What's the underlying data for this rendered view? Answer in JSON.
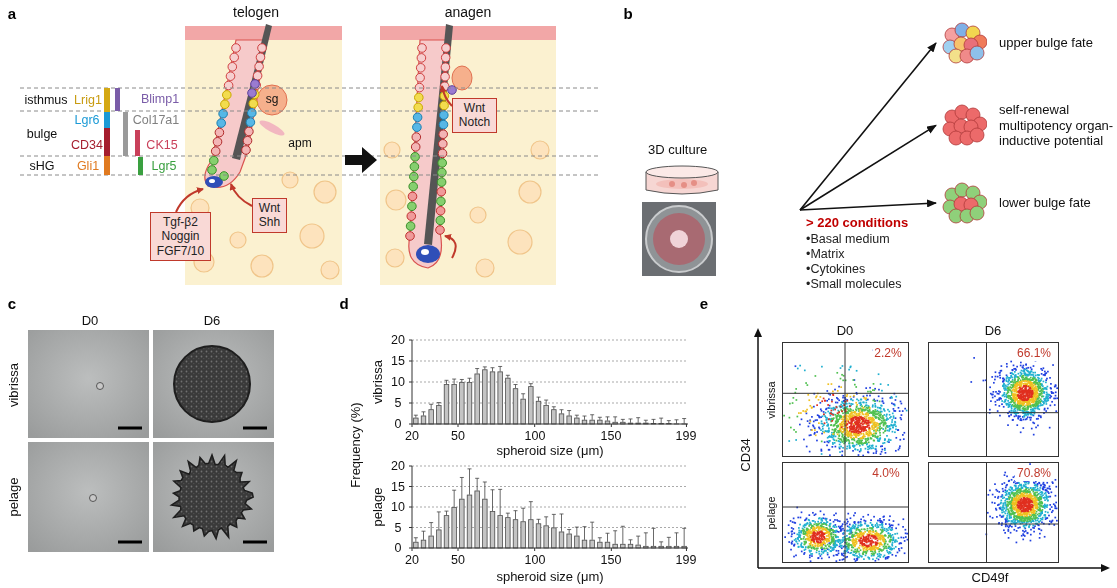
{
  "diagram": {
    "nodes": [
      {
        "text": [
          "Wnt Shh"
        ]
      },
      {
        "text": [
          "Tgf-β2 Noggin FGF7/10"
        ]
      },
      {
        "text": [
          "Wnt Notch"
        ]
      },
      {
        "text": [
          "3D culture"
        ]
      },
      {
        "text": [
          "upper bulge fate"
        ]
      },
      {
        "text": [
          "self-renewal multipotency organ-inductive potential"
        ]
      },
      {
        "text": [
          "lower bulge fate"
        ]
      }
    ],
    "edges": [
      {
        "from": 3,
        "to": 4,
        "arrow": "to"
      },
      {
        "from": 3,
        "to": 5,
        "arrow": "to"
      },
      {
        "from": 3,
        "to": 6,
        "arrow": "to"
      }
    ],
    "labels": [
      "a",
      "telogen",
      "anagen",
      "isthmus",
      "Lrig1",
      "Blimp1",
      "sg",
      "bulge",
      "Lgr6",
      "Col17a1",
      "CD34",
      "CK15",
      "apm",
      "sHG",
      "Gli1",
      "Lgr5",
      "b",
      "> 220 conditions",
      "•Basal medium",
      "•Matrix",
      "•Cytokines",
      "•Small molecules",
      "c",
      "D0",
      "D6",
      "vibrissa",
      "pelage",
      "d",
      "20",
      "15",
      "10",
      "5",
      "0",
      "vibrissa",
      "20",
      "15",
      "10",
      "5",
      "0",
      "pelage",
      "Frequency (%)",
      "20",
      "50",
      "100",
      "150",
      "199",
      "spheroid size (μm)",
      "20",
      "50",
      "100",
      "150",
      "199",
      "spheroid size (μm)",
      "e",
      "D0",
      "D6",
      "vibrissa",
      "pelage",
      "2.2%",
      "66.1%",
      "4.0%",
      "70.8%",
      "CD34",
      "CD49f"
    ]
  }
}
